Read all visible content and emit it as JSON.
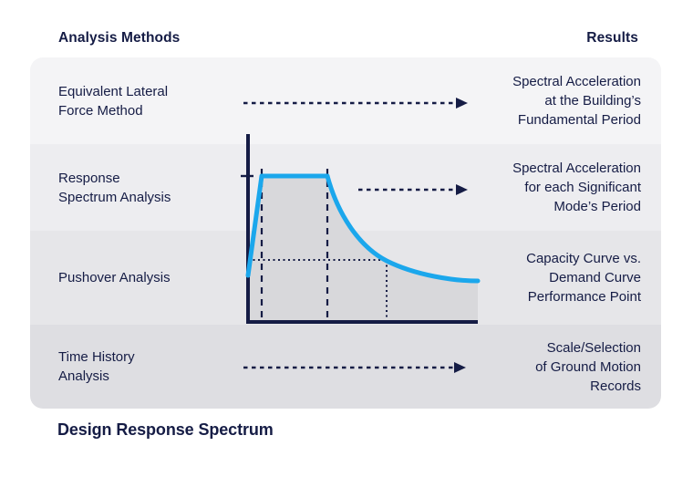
{
  "headers": {
    "analysis_methods": "Analysis Methods",
    "results": "Results"
  },
  "rows": [
    {
      "method": "Equivalent Lateral\nForce Method",
      "result": "Spectral Acceleration\nat the Building’s\nFundamental Period"
    },
    {
      "method": "Response\nSpectrum Analysis",
      "result": "Spectral Acceleration\nfor each Significant\nMode’s Period"
    },
    {
      "method": "Pushover Analysis",
      "result": "Capacity Curve vs.\nDemand Curve\nPerformance Point"
    },
    {
      "method": "Time History\nAnalysis",
      "result": "Scale/Selection\nof Ground Motion\nRecords"
    }
  ],
  "footer": {
    "title": "Design Response Spectrum"
  },
  "theme": {
    "navy": "#151c45",
    "curve_blue": "#1ba7ec",
    "row_backgrounds": [
      "#f4f4f6",
      "#ededf0",
      "#e6e6e9",
      "#dedee2"
    ],
    "chart_fill": "#d8d8db",
    "background": "#ffffff"
  },
  "chart_data": {
    "type": "line",
    "title": "Design Response Spectrum",
    "xlabel": "",
    "ylabel": "",
    "series": [
      {
        "name": "design-response-spectrum",
        "x_norm": [
          0.0,
          0.06,
          0.35,
          0.6,
          1.0
        ],
        "y_norm": [
          0.32,
          1.0,
          1.0,
          0.42,
          0.28
        ],
        "shape": "linear rise, constant plateau, exponential decay"
      }
    ],
    "annotations": {
      "dashed_vlines_x_norm": [
        0.06,
        0.35
      ],
      "dotted_crosshair": {
        "x_norm": 0.6,
        "y_norm": 0.42
      },
      "y_axis_tick": "at plateau level"
    },
    "axis_tick_labels": [],
    "grid": false,
    "legend": false
  }
}
